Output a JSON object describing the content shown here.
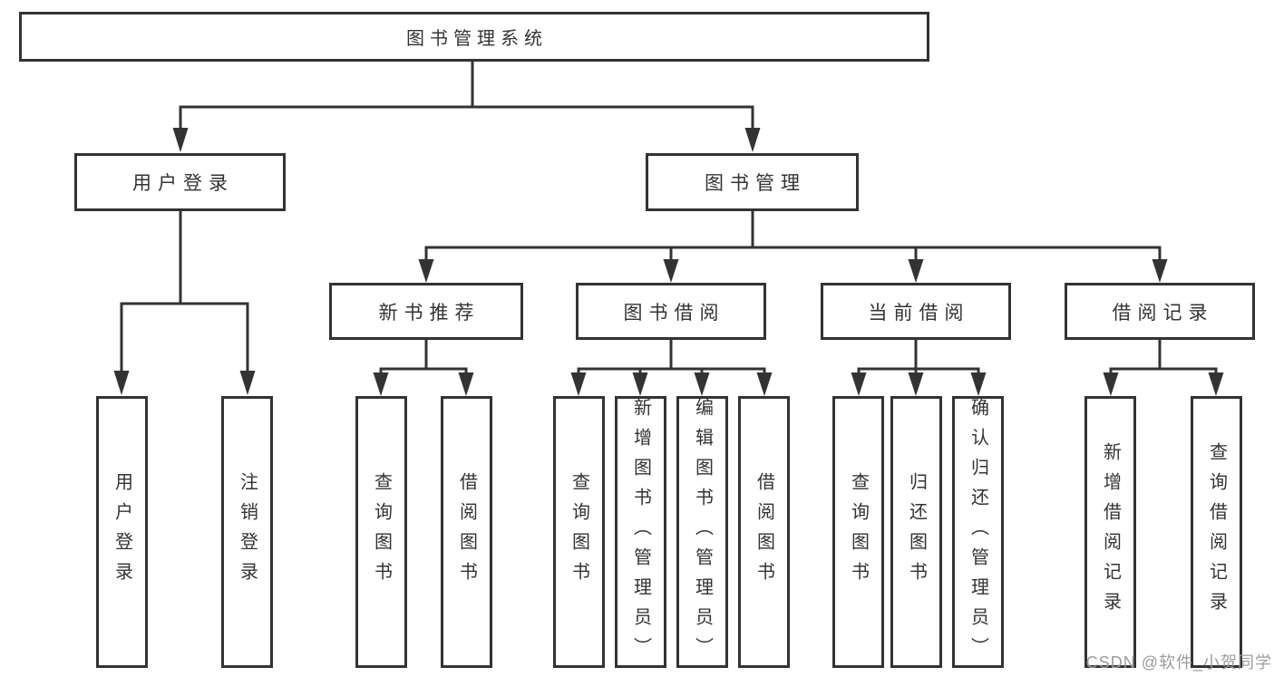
{
  "tree": {
    "label": "图书管理系统",
    "children": [
      {
        "label": "用户登录",
        "children": [
          {
            "label": "用户登录"
          },
          {
            "label": "注销登录"
          }
        ]
      },
      {
        "label": "图书管理",
        "children": [
          {
            "label": "新书推荐",
            "children": [
              {
                "label": "查询图书"
              },
              {
                "label": "借阅图书"
              }
            ]
          },
          {
            "label": "图书借阅",
            "children": [
              {
                "label": "查询图书"
              },
              {
                "label": "新增图书（管理员）"
              },
              {
                "label": "编辑图书（管理员）"
              },
              {
                "label": "借阅图书"
              }
            ]
          },
          {
            "label": "当前借阅",
            "children": [
              {
                "label": "查询图书"
              },
              {
                "label": "归还图书"
              },
              {
                "label": "确认归还（管理员）"
              }
            ]
          },
          {
            "label": "借阅记录",
            "children": [
              {
                "label": "新增借阅记录"
              },
              {
                "label": "查询借阅记录"
              }
            ]
          }
        ]
      }
    ]
  },
  "watermark": {
    "text": "CSDN @软件_小贺同学"
  },
  "colors": {
    "line": "#333333",
    "box_border": "#333333",
    "text": "#333333",
    "watermark": "#9c9c9c",
    "background": "#ffffff"
  }
}
